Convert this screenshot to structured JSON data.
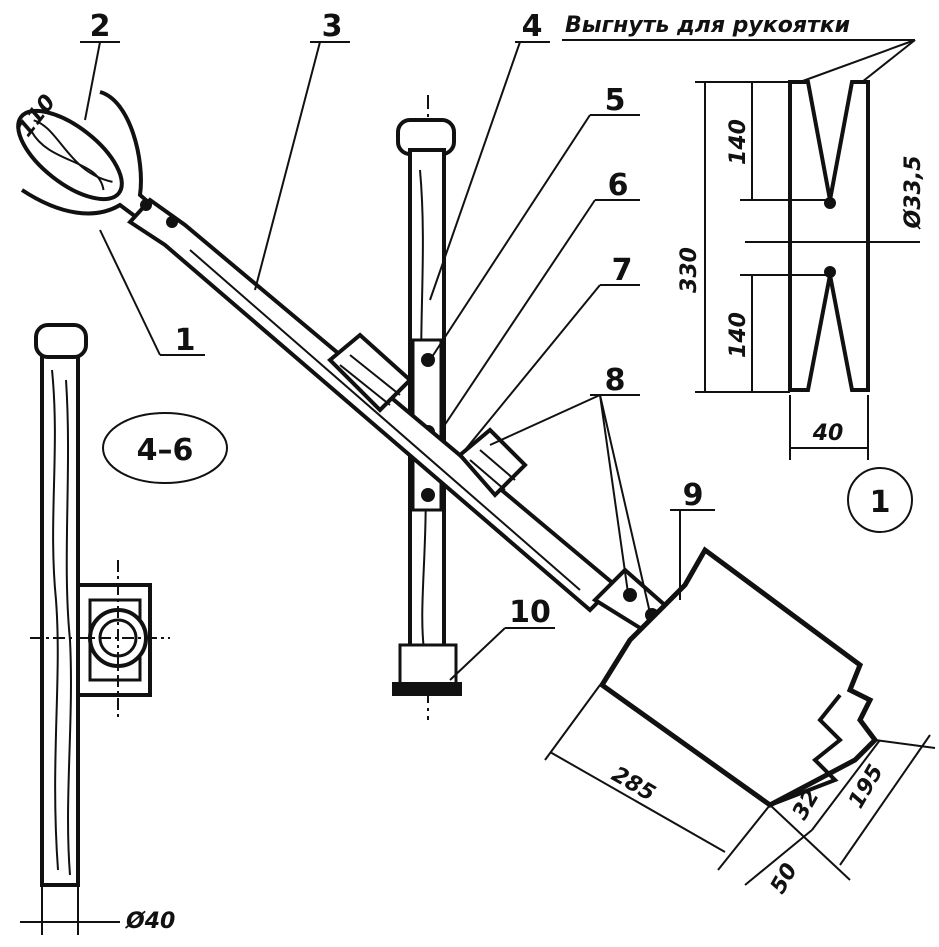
{
  "caption": "Выгнуть для рукоятки",
  "callouts": {
    "c1": "1",
    "c2": "2",
    "c3": "3",
    "c4": "4",
    "c5": "5",
    "c6": "6",
    "c7": "7",
    "c8": "8",
    "c9": "9",
    "c10": "10"
  },
  "views": {
    "section": "4–6",
    "detail": "1"
  },
  "dimensions": {
    "d110": "110",
    "d140a": "140",
    "d140b": "140",
    "d330": "330",
    "d33_5": "Ø33,5",
    "d40": "40",
    "d285": "285",
    "d195": "195",
    "d32": "32",
    "d50": "50",
    "dia40": "Ø40"
  },
  "colors": {
    "ink": "#111111",
    "paper": "#ffffff"
  }
}
